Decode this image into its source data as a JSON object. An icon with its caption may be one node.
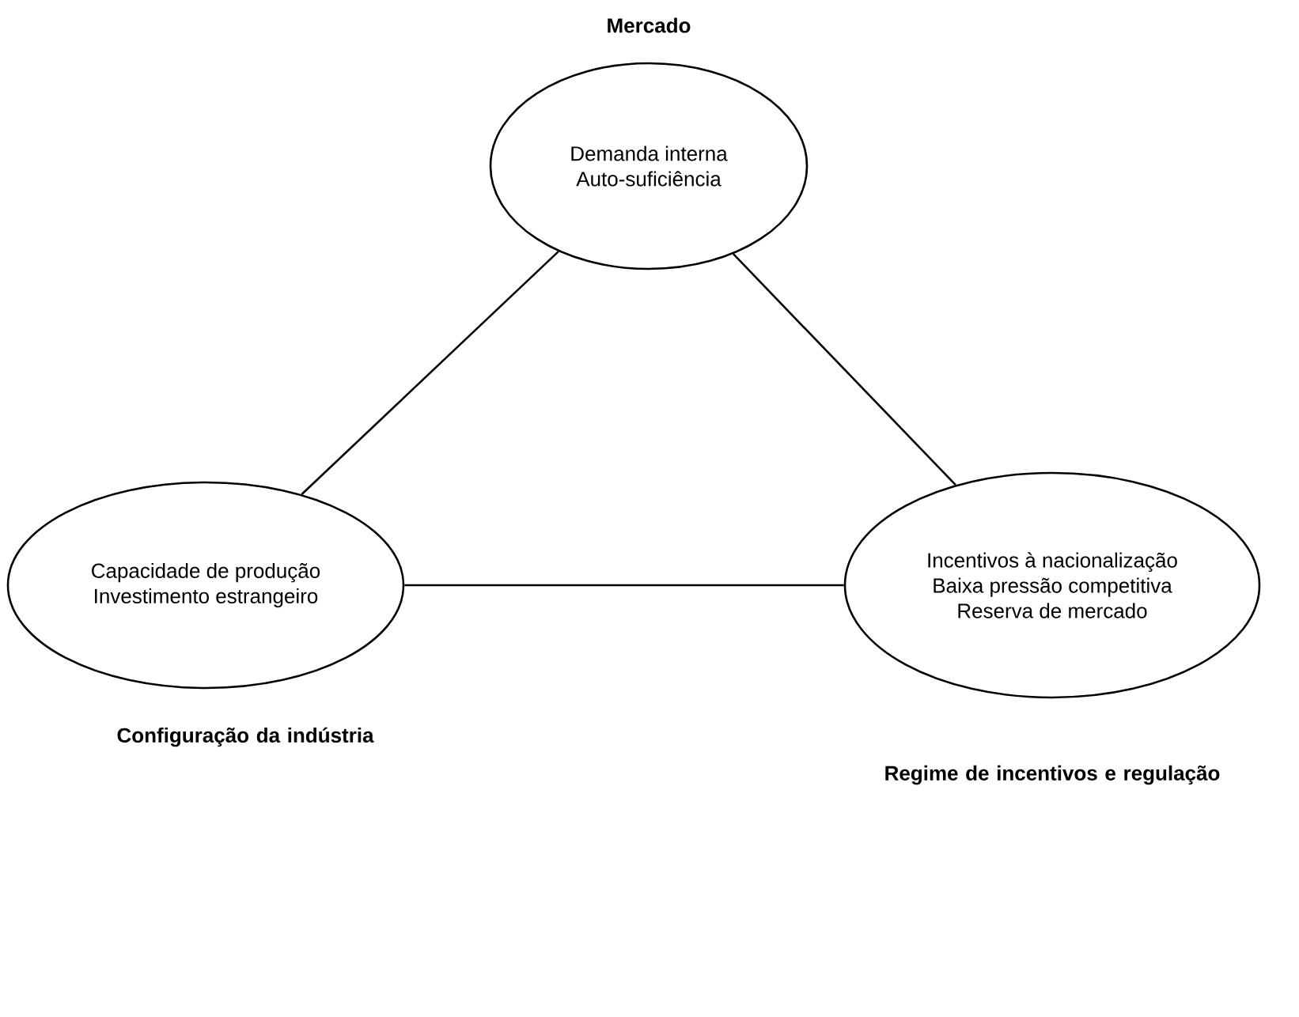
{
  "diagram": {
    "nodes": [
      {
        "text": [
          "Mercado",
          "Demanda interna",
          "Auto-suficiência"
        ]
      },
      {
        "text": [
          "Capacidade de produção",
          "Investimento estrangeiro",
          "Configuração da indústria"
        ]
      },
      {
        "text": [
          "Incentivos à nacionalização",
          "Baixa pressão competitiva",
          "Reserva de mercado",
          "Regime de incentivos e regulação"
        ]
      }
    ],
    "edges": [
      {
        "from": 0,
        "to": 1,
        "arrow": "none"
      },
      {
        "from": 0,
        "to": 2,
        "arrow": "none"
      },
      {
        "from": 1,
        "to": 2,
        "arrow": "none"
      }
    ]
  }
}
